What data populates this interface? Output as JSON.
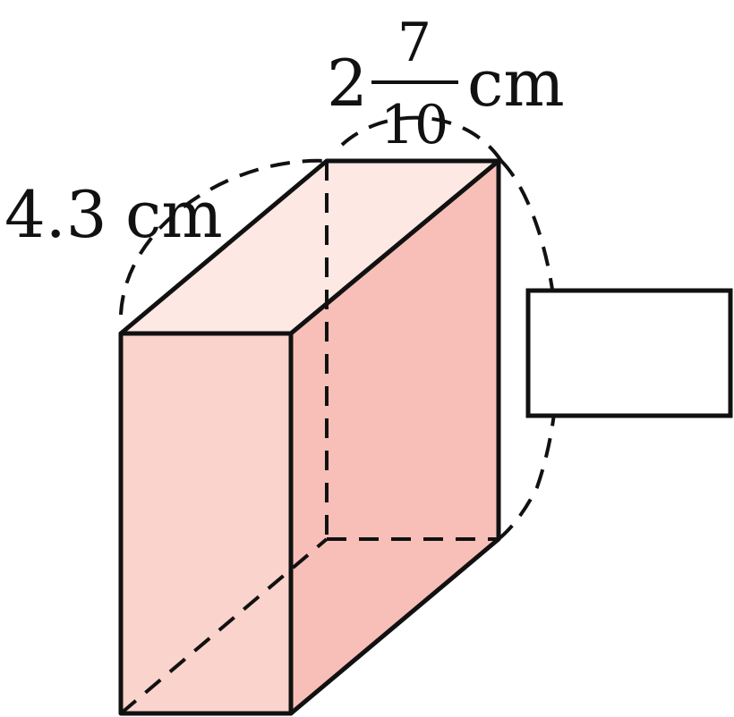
{
  "labels": {
    "left_value": "4.3",
    "left_unit": "cm",
    "top_whole": "2",
    "top_numerator": "7",
    "top_denominator": "10",
    "top_unit": "cm",
    "answer_box": ""
  },
  "colors": {
    "stroke": "#111111",
    "front_face": "#fad3cc",
    "right_face": "#f7bfb8",
    "top_face": "#fde8e3",
    "background": "#ffffff"
  }
}
